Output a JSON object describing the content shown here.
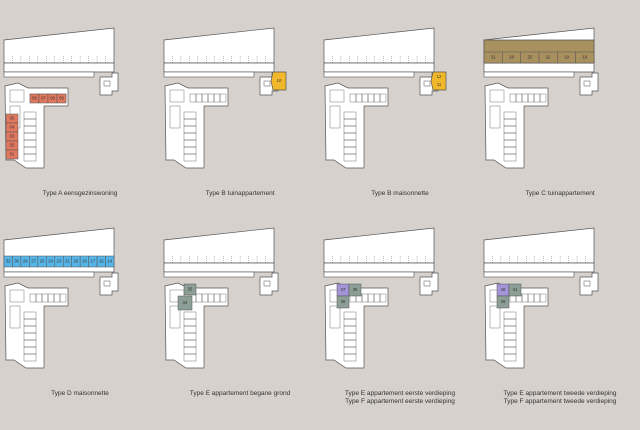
{
  "colors": {
    "background": "#d6d1cd",
    "outline": "#555555",
    "fill": "#ffffff",
    "type_a": "#e0775f",
    "type_b": "#f2b82b",
    "type_c": "#a8905f",
    "type_d": "#56b4e6",
    "type_e": "#8c9e96",
    "type_f": "#a294d6"
  },
  "panels": [
    {
      "caption": [
        "Type A eensgezinswoning"
      ],
      "highlight": "A",
      "labels": [
        "06",
        "07",
        "08",
        "09",
        "05",
        "04",
        "03",
        "02",
        "01"
      ]
    },
    {
      "caption": [
        "Type B tuinappartement"
      ],
      "highlight": "B1",
      "labels": [
        "10"
      ]
    },
    {
      "caption": [
        "Type B maisonnette"
      ],
      "highlight": "B2",
      "labels": [
        "12",
        "11"
      ]
    },
    {
      "caption": [
        "Type C tuinappartement"
      ],
      "highlight": "C",
      "labels": [
        "31",
        "28",
        "25",
        "22",
        "19",
        "16"
      ]
    },
    {
      "caption": [
        "Type D maisonnette"
      ],
      "highlight": "D",
      "labels": [
        "32",
        "30",
        "29",
        "27",
        "26",
        "24",
        "23",
        "21",
        "20",
        "18",
        "17",
        "15",
        "14"
      ]
    },
    {
      "caption": [
        "Type E appartement begane grond"
      ],
      "highlight": "E0",
      "labels": [
        "35",
        "34"
      ]
    },
    {
      "caption": [
        "Type E appartement eerste verdieping",
        "Type F appartement eerste verdieping"
      ],
      "highlight": "E1",
      "labels": [
        "37",
        "36",
        "38"
      ]
    },
    {
      "caption": [
        "Type E appartement tweede verdieping",
        "Type F appartement tweede verdieping"
      ],
      "highlight": "E2",
      "labels": [
        "40",
        "41",
        "39"
      ]
    }
  ]
}
